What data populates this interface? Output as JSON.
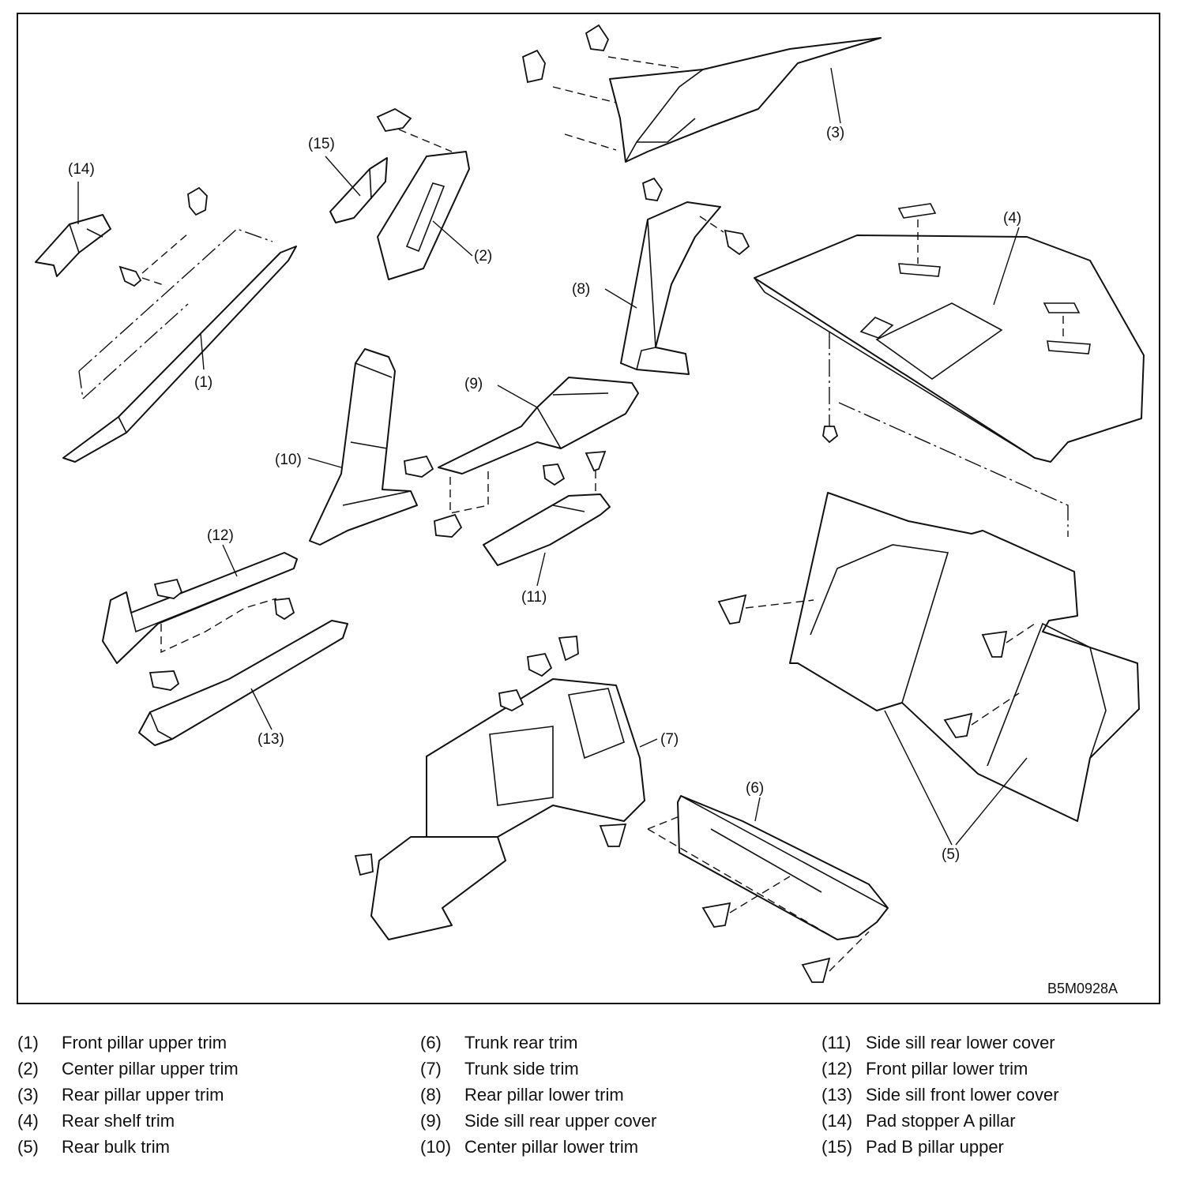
{
  "diagram_code": "B5M0928A",
  "callouts": {
    "c1": "(1)",
    "c2": "(2)",
    "c3": "(3)",
    "c4": "(4)",
    "c5": "(5)",
    "c6": "(6)",
    "c7": "(7)",
    "c8": "(8)",
    "c9": "(9)",
    "c10": "(10)",
    "c11": "(11)",
    "c12": "(12)",
    "c13": "(13)",
    "c14": "(14)",
    "c15": "(15)"
  },
  "legend": {
    "col1": [
      {
        "num": "(1)",
        "label": "Front pillar upper trim"
      },
      {
        "num": "(2)",
        "label": "Center pillar upper trim"
      },
      {
        "num": "(3)",
        "label": "Rear pillar upper trim"
      },
      {
        "num": "(4)",
        "label": "Rear shelf trim"
      },
      {
        "num": "(5)",
        "label": "Rear bulk trim"
      }
    ],
    "col2": [
      {
        "num": "(6)",
        "label": "Trunk rear trim"
      },
      {
        "num": "(7)",
        "label": "Trunk side trim"
      },
      {
        "num": "(8)",
        "label": "Rear pillar lower trim"
      },
      {
        "num": "(9)",
        "label": "Side sill rear upper cover"
      },
      {
        "num": "(10)",
        "label": "Center pillar lower trim"
      }
    ],
    "col3": [
      {
        "num": "(11)",
        "label": "Side sill rear lower cover"
      },
      {
        "num": "(12)",
        "label": "Front pillar lower trim"
      },
      {
        "num": "(13)",
        "label": "Side sill front lower cover"
      },
      {
        "num": "(14)",
        "label": "Pad stopper A pillar"
      },
      {
        "num": "(15)",
        "label": "Pad B pillar upper"
      }
    ]
  }
}
